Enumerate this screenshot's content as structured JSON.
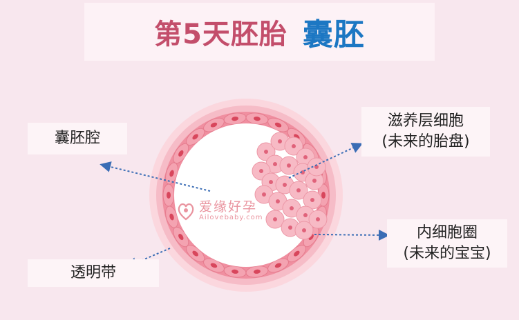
{
  "title": {
    "main": "第5天胚胎",
    "accent": "囊胚"
  },
  "labels": {
    "blastocoel": "囊胚腔",
    "trophoblast_line1": "滋养层细胞",
    "trophoblast_line2": "(未来的胎盘)",
    "zona": "透明带",
    "icm_line1": "内细胞圈",
    "icm_line2": "(未来的宝宝)"
  },
  "watermark": {
    "brand": "爱缘好孕",
    "url": "Ailovebaby.com"
  },
  "colors": {
    "title": "#c34e6b",
    "accent": "#1c77c3",
    "arrow": "#3a6db5",
    "zona": "#f7c6cf",
    "cell_fill": "#f29aa8",
    "nucleus": "#d8465c",
    "background": "#f8e7ee"
  }
}
